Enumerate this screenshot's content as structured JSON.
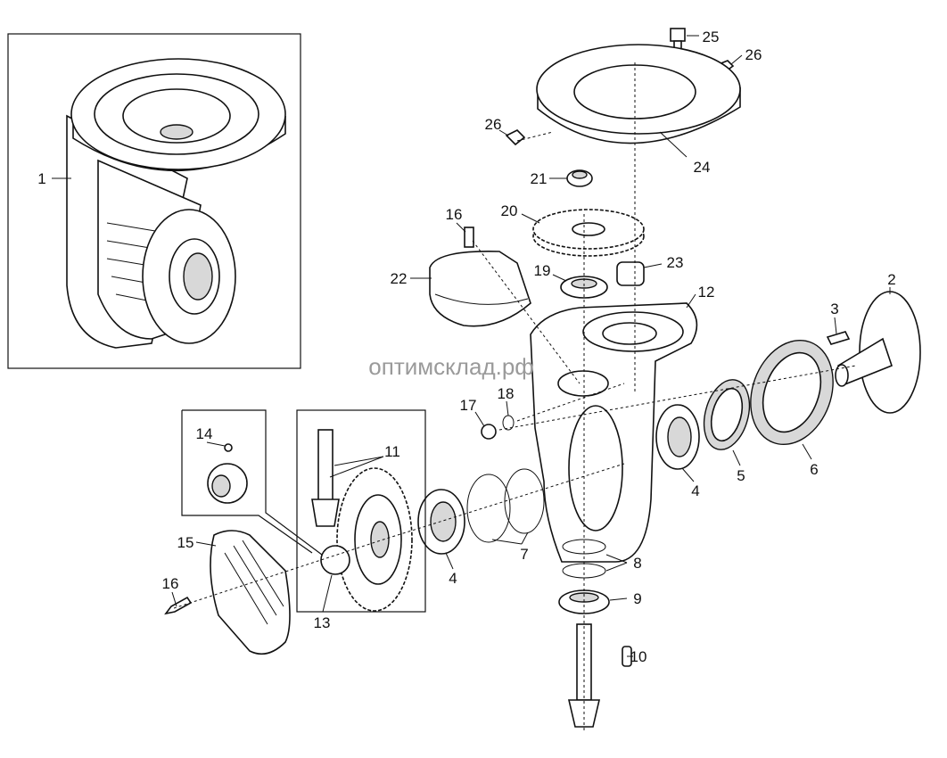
{
  "diagram": {
    "watermark": "оптимсклад.рф",
    "labels": [
      "1",
      "25",
      "26",
      "26",
      "24",
      "21",
      "20",
      "16",
      "22",
      "19",
      "23",
      "12",
      "2",
      "3",
      "17",
      "18",
      "14",
      "11",
      "4",
      "5",
      "6",
      "7",
      "4",
      "8",
      "9",
      "10",
      "15",
      "16",
      "13"
    ]
  }
}
